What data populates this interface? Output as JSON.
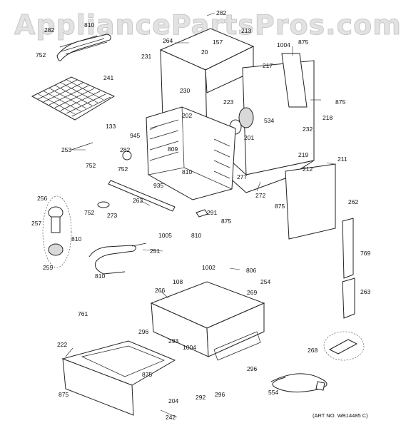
{
  "watermark": "AppliancePartsPros.com",
  "art_number": "(ART NO. WB14485 C)",
  "callouts": [
    "282",
    "810",
    "752",
    "241",
    "282",
    "157",
    "20",
    "264",
    "213",
    "231",
    "230",
    "1004",
    "875",
    "217",
    "875",
    "218",
    "223",
    "534",
    "232",
    "219",
    "201",
    "202",
    "945",
    "133",
    "809",
    "810",
    "253",
    "752",
    "282",
    "752",
    "935",
    "211",
    "212",
    "277",
    "272",
    "875",
    "256",
    "263",
    "273",
    "752",
    "291",
    "1005",
    "875",
    "810",
    "262",
    "257",
    "810",
    "259",
    "251",
    "810",
    "769",
    "1002",
    "806",
    "254",
    "269",
    "266",
    "108",
    "263",
    "761",
    "296",
    "293",
    "1004",
    "222",
    "875",
    "204",
    "292",
    "296",
    "296",
    "268",
    "554",
    "875",
    "242"
  ]
}
